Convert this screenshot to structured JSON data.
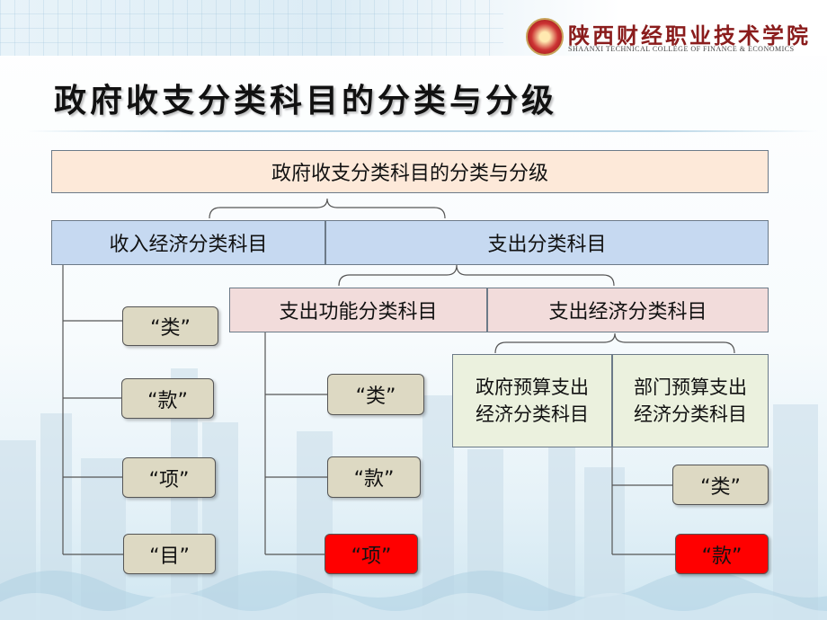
{
  "header": {
    "school_name": "陕西财经职业技术学院",
    "school_name_en": "SHAANXI TECHNICAL COLLEGE OF FINANCE & ECONOMICS"
  },
  "slide_title": "政府收支分类科目的分类与分级",
  "diagram": {
    "root": "政府收支分类科目的分类与分级",
    "income": {
      "label": "收入经济分类科目",
      "levels": [
        "“类”",
        "“款”",
        "“项”",
        "“目”"
      ]
    },
    "expense": {
      "label": "支出分类科目",
      "functional": {
        "label": "支出功能分类科目",
        "levels": [
          "“类”",
          "“款”",
          "“项”"
        ]
      },
      "economic": {
        "label": "支出经济分类科目",
        "government": {
          "line1": "政府预算支出",
          "line2": "经济分类科目"
        },
        "department": {
          "line1": "部门预算支出",
          "line2": "经济分类科目",
          "levels": [
            "“类”",
            "“款”"
          ]
        }
      }
    }
  }
}
